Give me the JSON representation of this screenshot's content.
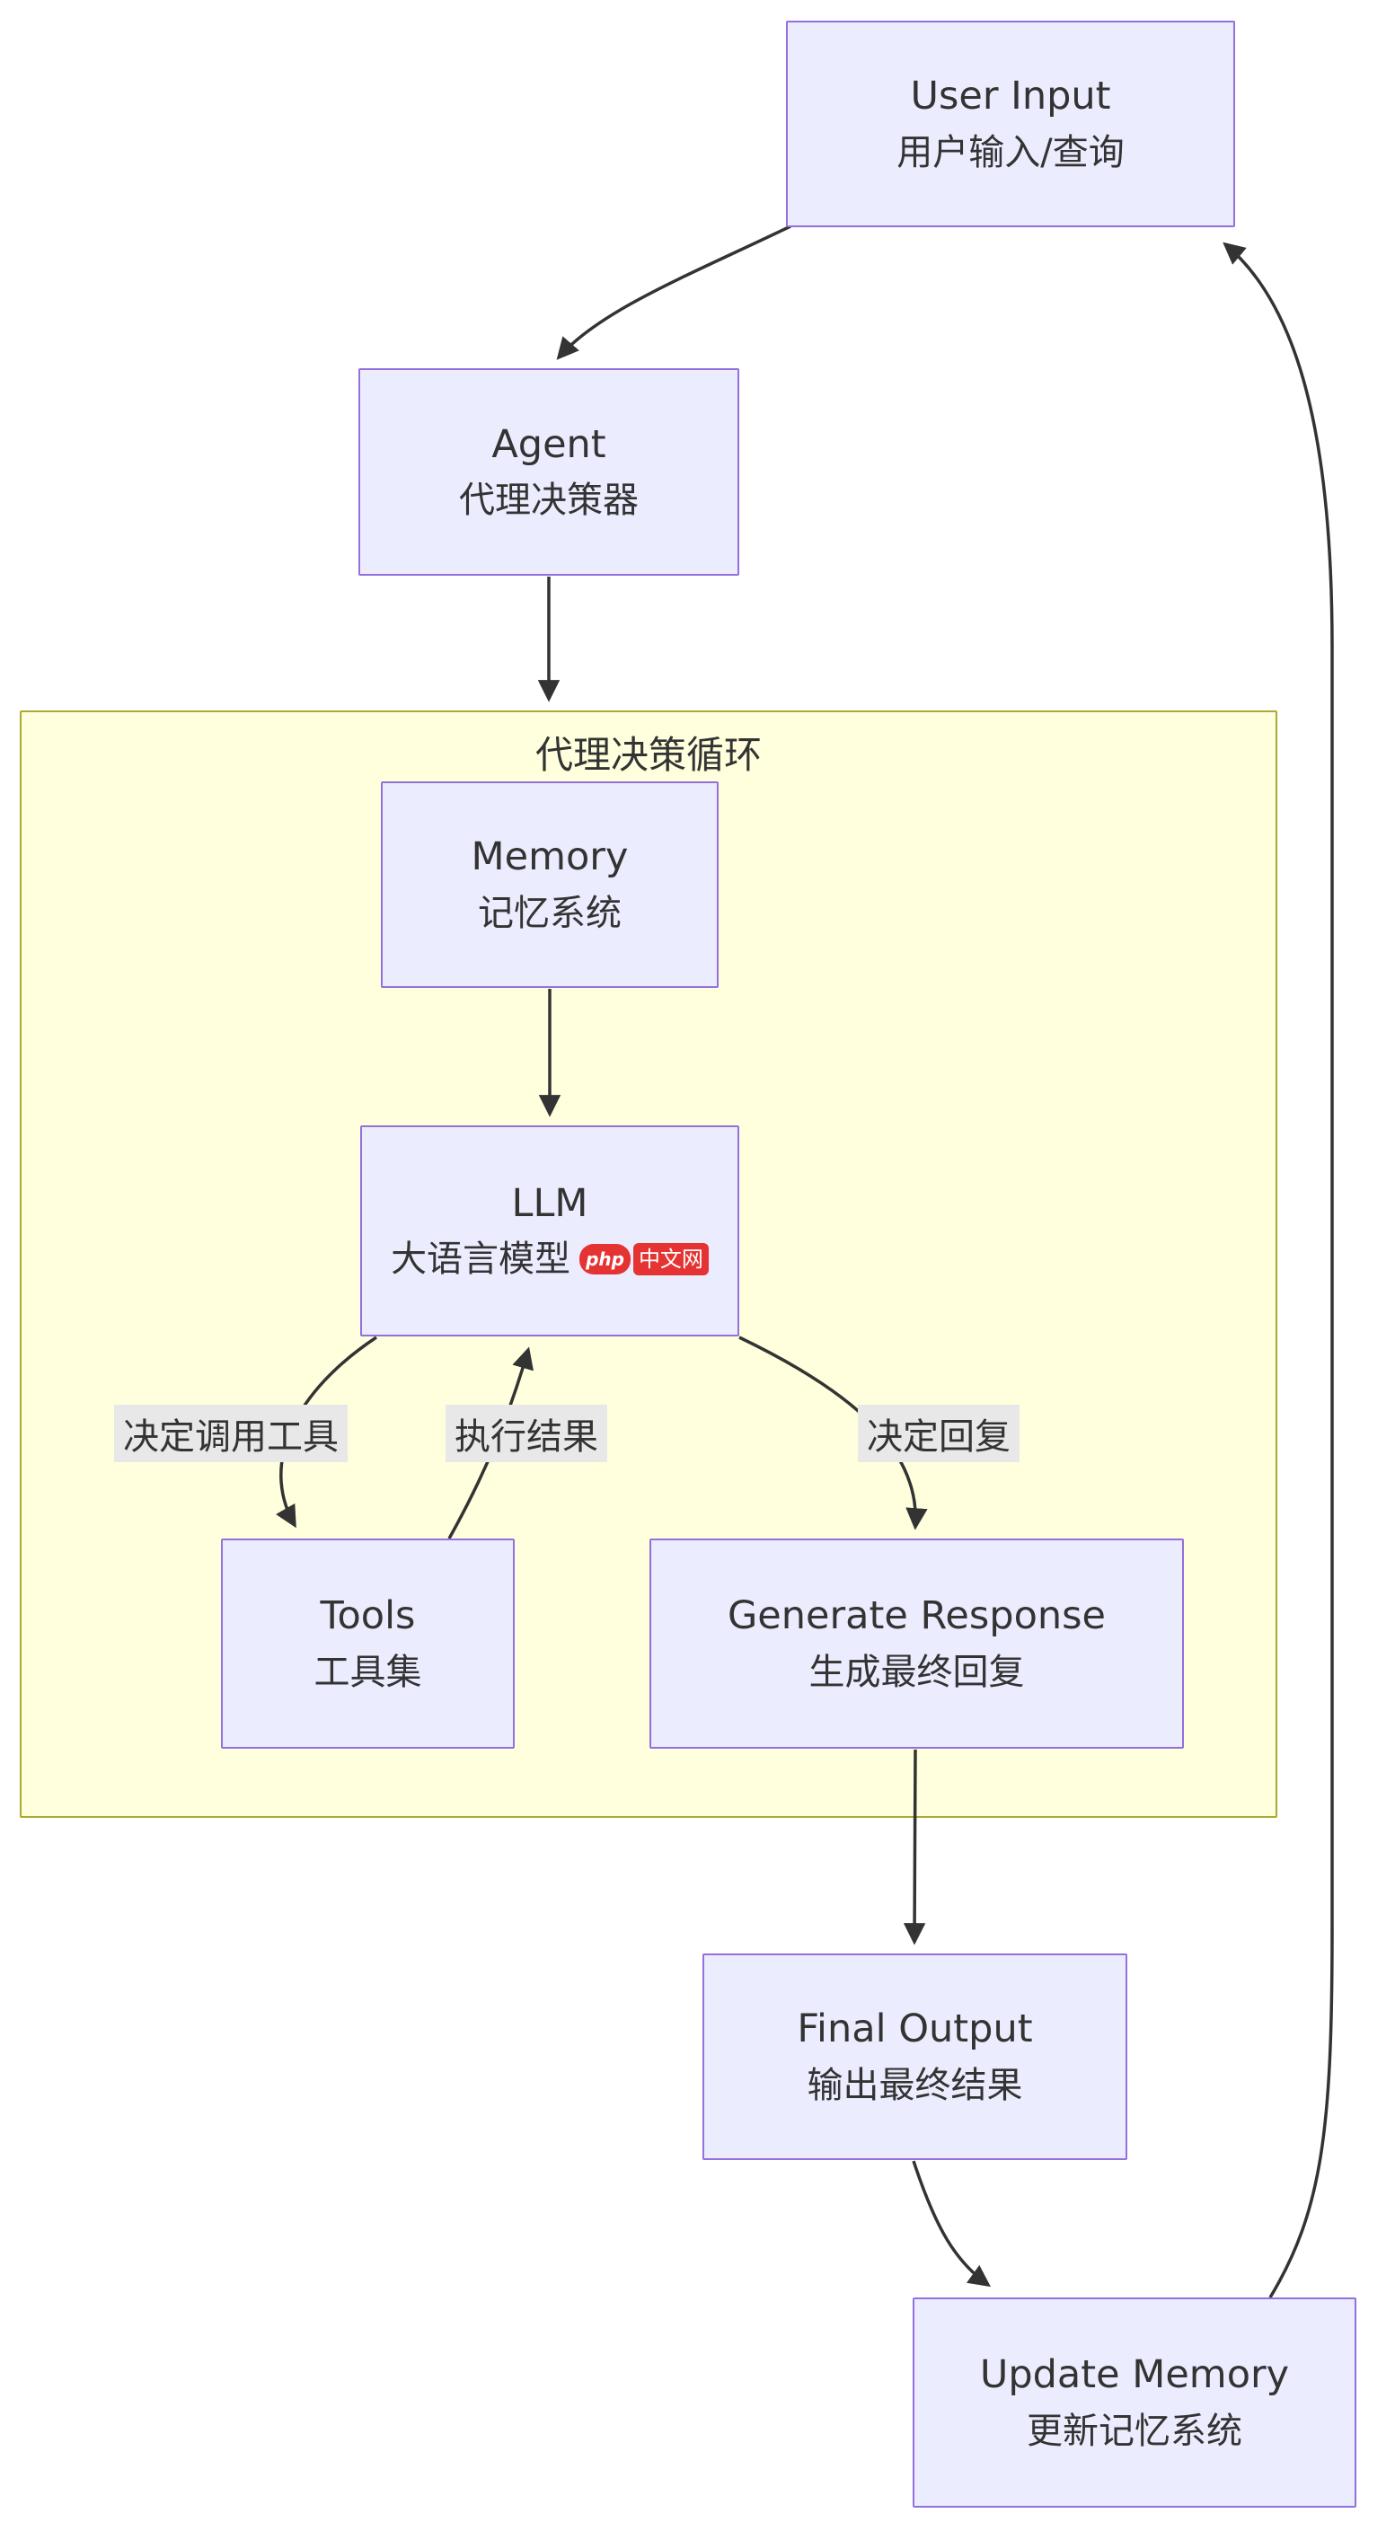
{
  "diagram": {
    "type": "flowchart",
    "cluster": {
      "label": "代理决策循环"
    }
  },
  "nodes": {
    "user_input": {
      "title": "User Input",
      "subtitle": "用户输入/查询"
    },
    "agent": {
      "title": "Agent",
      "subtitle": "代理决策器"
    },
    "memory": {
      "title": "Memory",
      "subtitle": "记忆系统"
    },
    "llm": {
      "title": "LLM",
      "subtitle": "大语言模型"
    },
    "tools": {
      "title": "Tools",
      "subtitle": "工具集"
    },
    "generate_response": {
      "title": "Generate Response",
      "subtitle": "生成最终回复"
    },
    "final_output": {
      "title": "Final Output",
      "subtitle": "输出最终结果"
    },
    "update_memory": {
      "title": "Update Memory",
      "subtitle": "更新记忆系统"
    }
  },
  "edges": {
    "decide_tool": "决定调用工具",
    "exec_result": "执行结果",
    "decide_reply": "决定回复"
  },
  "logo": {
    "part1": "php",
    "part2": "中文网"
  },
  "colors": {
    "node_fill": "#ECECFF",
    "node_border": "#9370DB",
    "cluster_fill": "#ffffde",
    "cluster_border": "#aaaa33",
    "edge": "#333333",
    "edge_label_bg": "#e8e8e8",
    "logo_red": "#e53333"
  }
}
